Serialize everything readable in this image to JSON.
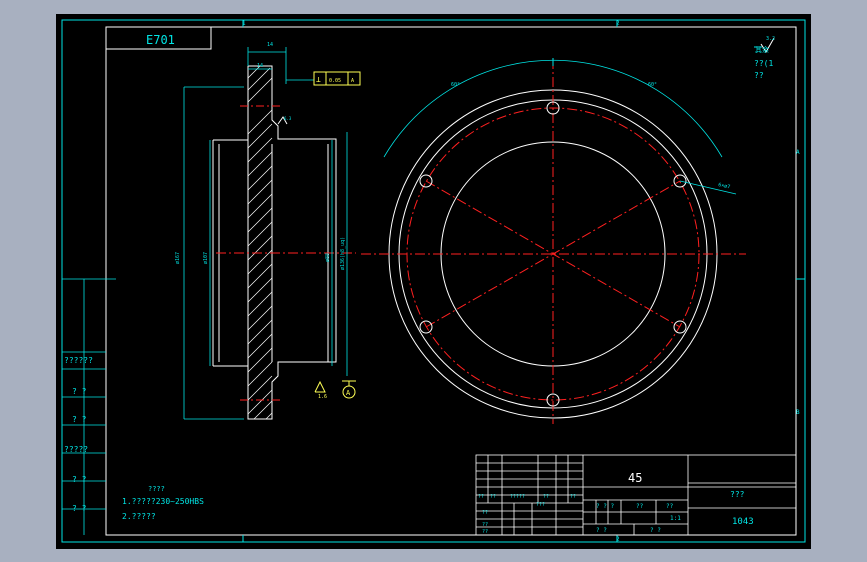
{
  "drawing": {
    "part_code": "E701",
    "material": "45",
    "drawing_number": "1043",
    "title_cell": "???",
    "zone_top_a": "1",
    "zone_top_b": "2",
    "zone_bottom_b": "2",
    "zone_right_a": "A",
    "zone_right_b": "B"
  },
  "roughness": {
    "symbol_value": "3.2",
    "label_a": "??(1",
    "label_b": "??"
  },
  "dimensions": {
    "top_width": "14",
    "flange_width": "14",
    "tolerance_symbol": "⊥",
    "tolerance_value": "0.05",
    "tolerance_datum": "A",
    "datum_label": "A",
    "dia_outer": "ø167",
    "dia_bore": "ø107",
    "dia_hub": "ø88",
    "dia_center": "ø136(h8_uq)",
    "angle_left": "60°",
    "angle_right": "60°",
    "hole_callout": "6×ø7",
    "surface_finish": "6.3",
    "surface_finish_bottom": "1.6"
  },
  "notes": {
    "heading": "????",
    "line1": "1.?????230~250HBS",
    "line2": "2.?????"
  },
  "left_panel": {
    "rows": [
      "??????",
      "? ?",
      "? ?",
      "?????",
      "? ?",
      "? ?"
    ]
  },
  "title_block": {
    "row_labels_a": [
      "??",
      "??",
      "?????",
      "??",
      "??"
    ],
    "row_labels_b": [
      "??",
      "???"
    ],
    "row_labels_c": [
      "??",
      "??"
    ],
    "stage_label": "? ? ?",
    "weight_label": "??",
    "scale_label": "??",
    "scale_value": "1:1",
    "sheet_a": "? ?",
    "sheet_b": "? ?"
  }
}
